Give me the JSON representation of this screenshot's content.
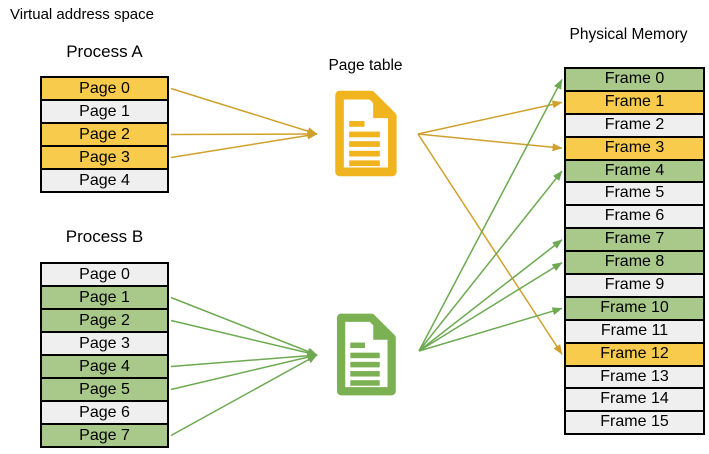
{
  "title": "Virtual address space",
  "page_table": {
    "label": "Page table"
  },
  "process_a": {
    "title": "Process A",
    "pages": [
      {
        "label": "Page 0",
        "state": "yellow"
      },
      {
        "label": "Page 1",
        "state": "gray"
      },
      {
        "label": "Page 2",
        "state": "yellow"
      },
      {
        "label": "Page 3",
        "state": "yellow"
      },
      {
        "label": "Page 4",
        "state": "gray"
      }
    ]
  },
  "process_b": {
    "title": "Process B",
    "pages": [
      {
        "label": "Page 0",
        "state": "gray"
      },
      {
        "label": "Page 1",
        "state": "green"
      },
      {
        "label": "Page 2",
        "state": "green"
      },
      {
        "label": "Page 3",
        "state": "gray"
      },
      {
        "label": "Page 4",
        "state": "green"
      },
      {
        "label": "Page 5",
        "state": "green"
      },
      {
        "label": "Page 6",
        "state": "gray"
      },
      {
        "label": "Page 7",
        "state": "green"
      }
    ]
  },
  "physical_memory": {
    "title": "Physical Memory",
    "frames": [
      {
        "label": "Frame 0",
        "state": "green"
      },
      {
        "label": "Frame 1",
        "state": "yellow"
      },
      {
        "label": "Frame 2",
        "state": "gray"
      },
      {
        "label": "Frame 3",
        "state": "yellow"
      },
      {
        "label": "Frame 4",
        "state": "green"
      },
      {
        "label": "Frame 5",
        "state": "gray"
      },
      {
        "label": "Frame 6",
        "state": "gray"
      },
      {
        "label": "Frame 7",
        "state": "green"
      },
      {
        "label": "Frame 8",
        "state": "green"
      },
      {
        "label": "Frame 9",
        "state": "gray"
      },
      {
        "label": "Frame 10",
        "state": "green"
      },
      {
        "label": "Frame 11",
        "state": "gray"
      },
      {
        "label": "Frame 12",
        "state": "yellow"
      },
      {
        "label": "Frame 13",
        "state": "gray"
      },
      {
        "label": "Frame 14",
        "state": "gray"
      },
      {
        "label": "Frame 15",
        "state": "gray"
      }
    ]
  },
  "mappings": {
    "process_a_pages_to_table": [
      0,
      2,
      3
    ],
    "page_table_a_to_frames": [
      1,
      3,
      12
    ],
    "process_b_pages_to_table": [
      1,
      2,
      4,
      5,
      7
    ],
    "page_table_b_to_frames": [
      0,
      4,
      7,
      8,
      10
    ]
  },
  "colors": {
    "yellow_fill": "#F8CB4D",
    "green_fill": "#A8C98A",
    "gray_fill": "#EFEFEF",
    "cell_border": "#000000",
    "text": "#000000",
    "yellow_arrow": "#D0A02C",
    "green_arrow": "#6DA951",
    "yellow_icon": "#F0B41E",
    "green_icon": "#7CB153"
  }
}
